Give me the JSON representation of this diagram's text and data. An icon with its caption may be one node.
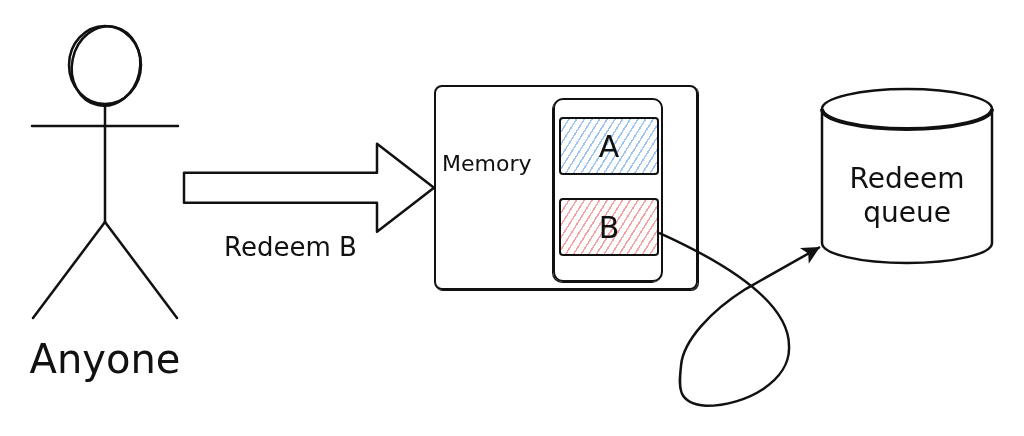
{
  "diagram": {
    "nodes": [
      {
        "text": [
          "Anyone"
        ]
      },
      {
        "text": [
          "Memory"
        ]
      },
      {
        "text": [],
        "shape": "box",
        "in": 1
      },
      {
        "text": [
          "A"
        ],
        "in": 2
      },
      {
        "text": [
          "B"
        ],
        "in": 2
      },
      {
        "text": [
          "Redeem queue"
        ]
      }
    ],
    "edges": [
      {
        "from": 0,
        "to": 1,
        "arrow": "to",
        "label": "Redeem B",
        "style": "thick"
      },
      {
        "from": 4,
        "to": 5,
        "arrow": "to"
      }
    ]
  }
}
